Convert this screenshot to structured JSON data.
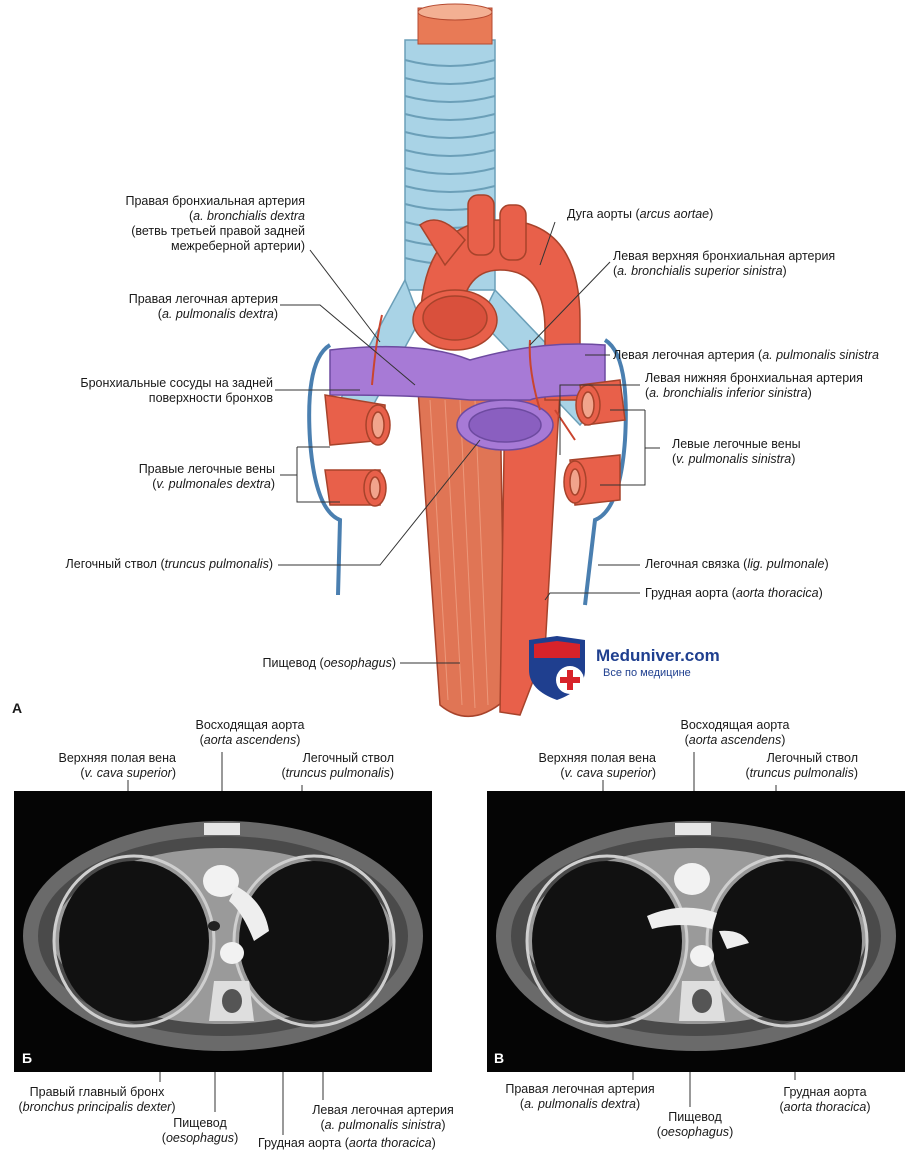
{
  "panels": {
    "a": "А",
    "b": "Б",
    "c": "В"
  },
  "watermark": {
    "name": "Meduniver.com",
    "tagline": "Все по медицине"
  },
  "labels_a": {
    "right_bronchial_artery": {
      "ru": "Правая бронхиальная артерия",
      "lat": "a. bronchialis dextra",
      "note1": "(ветвь третьей правой задней",
      "note2": "межреберной артерии)"
    },
    "aortic_arch": {
      "ru": "Дуга аорты",
      "lat": "arcus aortae"
    },
    "left_sup_bronchial_artery": {
      "ru": "Левая верхняя бронхиальная артерия",
      "lat": "a. bronchialis superior sinistra"
    },
    "right_pulmonary_artery": {
      "ru": "Правая легочная артерия",
      "lat": "a. pulmonalis dextra"
    },
    "left_pulmonary_artery": {
      "ru": "Левая легочная артерия",
      "lat": "a. pulmonalis sinistra"
    },
    "bronchial_vessels": {
      "line1": "Бронхиальные сосуды на задней",
      "line2": "поверхности бронхов"
    },
    "left_inf_bronchial_artery": {
      "ru": "Левая нижняя бронхиальная артерия",
      "lat": "a. bronchialis inferior sinistra"
    },
    "right_pulmonary_veins": {
      "ru": "Правые легочные вены",
      "lat": "v. pulmonales dextra"
    },
    "left_pulmonary_veins": {
      "ru": "Левые легочные вены",
      "lat": "v. pulmonalis sinistra"
    },
    "pulmonary_trunk": {
      "ru": "Легочный ствол",
      "lat": "truncus pulmonalis"
    },
    "pulmonary_ligament": {
      "ru": "Легочная связка",
      "lat": "lig. pulmonale"
    },
    "thoracic_aorta": {
      "ru": "Грудная аорта",
      "lat": "aorta thoracica"
    },
    "esophagus": {
      "ru": "Пищевод",
      "lat": "oesophagus"
    }
  },
  "labels_b": {
    "asc_aorta": {
      "ru": "Восходящая аорта",
      "lat": "aorta ascendens"
    },
    "svc": {
      "ru": "Верхняя полая вена",
      "lat": "v. cava superior"
    },
    "pulm_trunk": {
      "ru": "Легочный ствол",
      "lat": "truncus pulmonalis"
    },
    "right_main_bronchus": {
      "ru": "Правый главный бронх",
      "lat": "bronchus principalis dexter"
    },
    "left_pulm_artery": {
      "ru": "Левая легочная артерия",
      "lat": "a. pulmonalis sinistra"
    },
    "esophagus": {
      "ru": "Пищевод",
      "lat": "oesophagus"
    },
    "thoracic_aorta": {
      "ru": "Грудная аорта",
      "lat": "aorta thoracica"
    }
  },
  "labels_c": {
    "asc_aorta": {
      "ru": "Восходящая аорта",
      "lat": "aorta ascendens"
    },
    "svc": {
      "ru": "Верхняя полая вена",
      "lat": "v. cava superior"
    },
    "pulm_trunk": {
      "ru": "Легочный ствол",
      "lat": "truncus pulmonalis"
    },
    "right_pulm_artery": {
      "ru": "Правая легочная артерия",
      "lat": "a. pulmonalis dextra"
    },
    "esophagus": {
      "ru": "Пищевод",
      "lat": "oesophagus"
    },
    "thoracic_aorta": {
      "ru": "Грудная аорта",
      "lat": "aorta thoracica"
    }
  },
  "colors": {
    "artery": "#e8604a",
    "vein_purple": "#a77ad6",
    "trachea": "#a9d3e6",
    "esophagus": "#e07555",
    "leader": "#333333"
  }
}
